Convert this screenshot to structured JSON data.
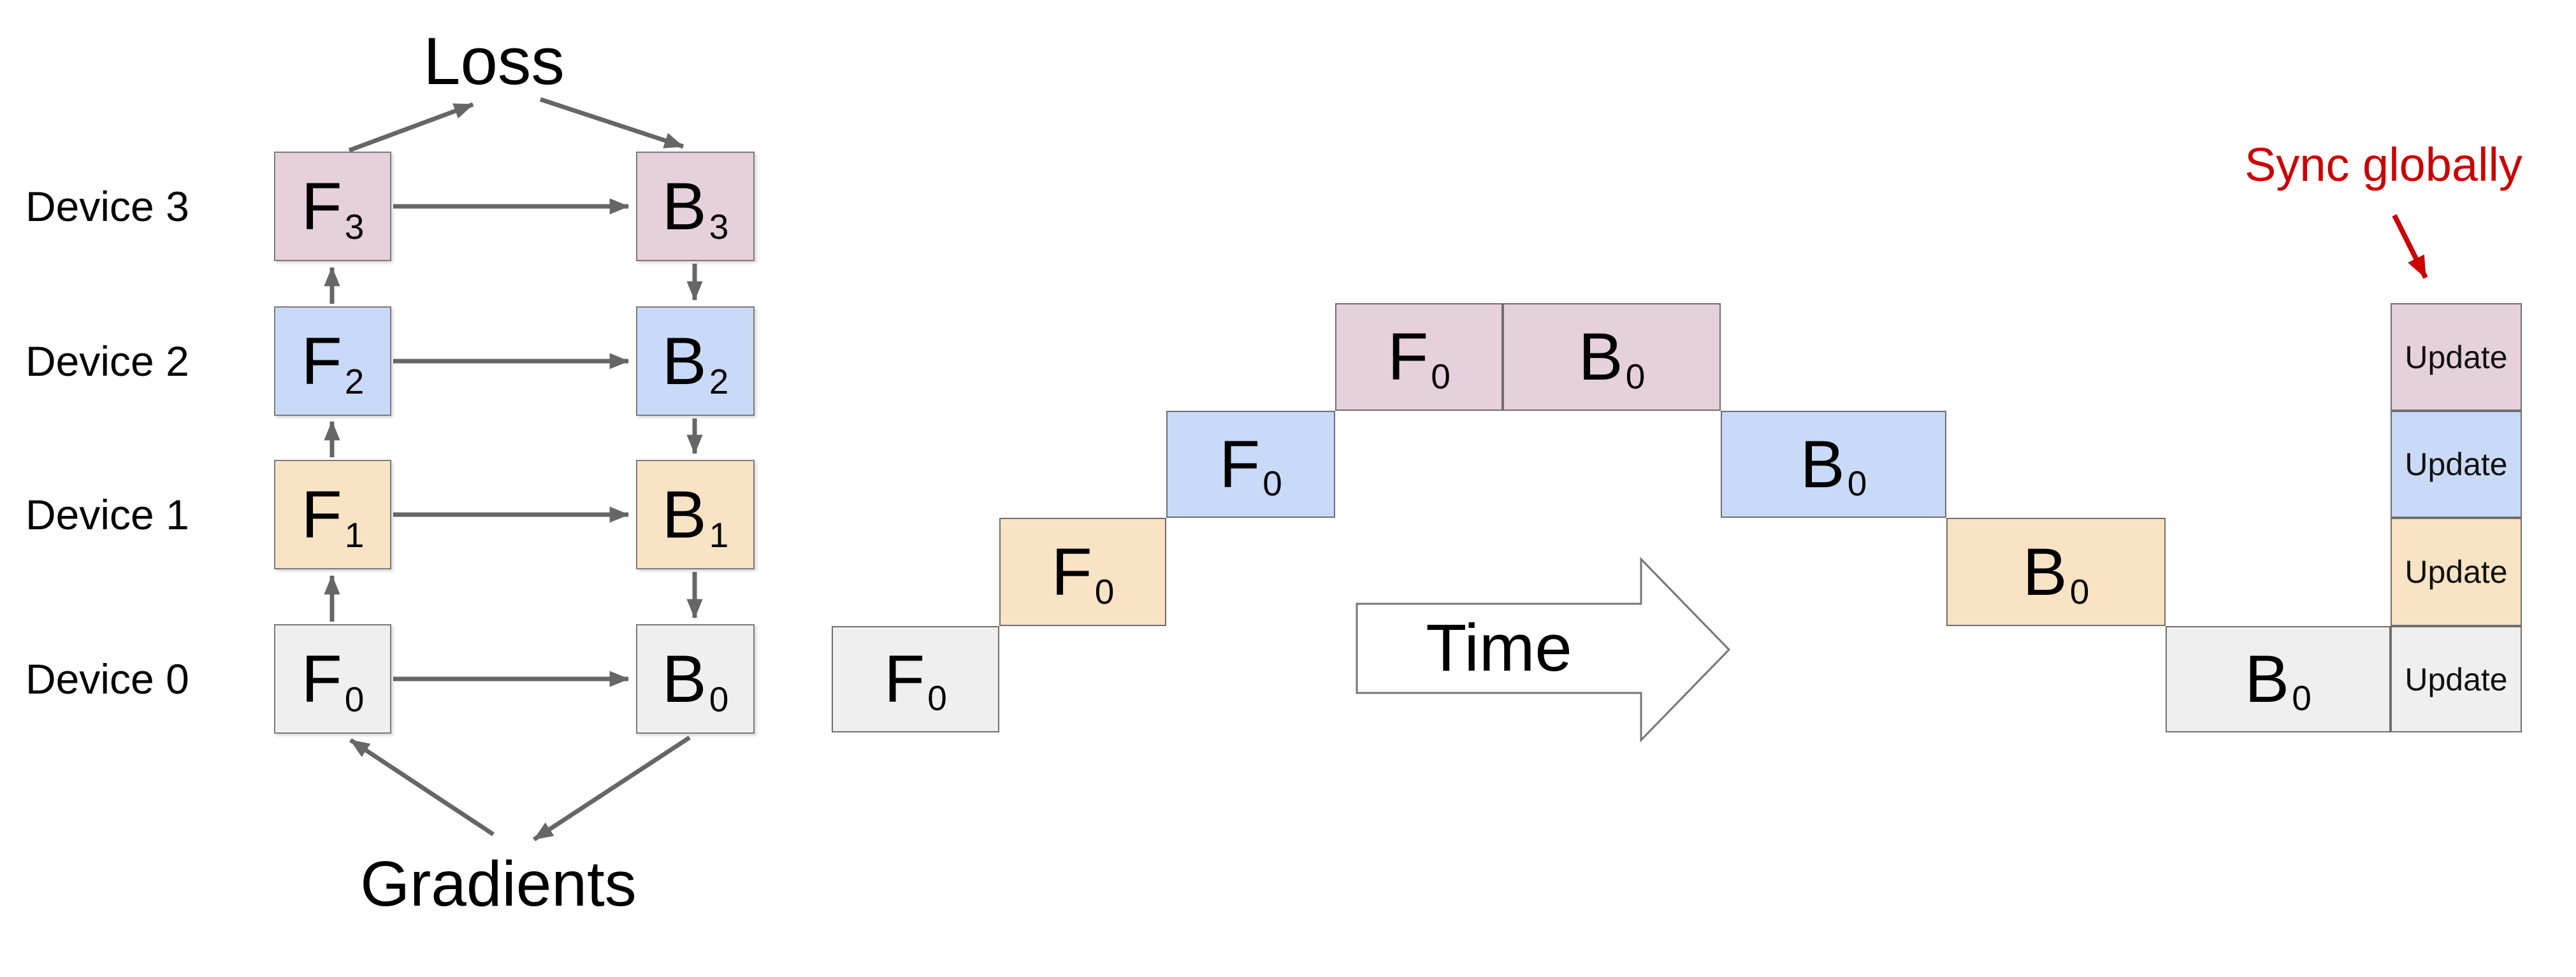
{
  "colors": {
    "pink": "#e6d0db",
    "blue": "#c9daf8",
    "orange": "#f8e3c4",
    "gray": "#efefef",
    "box_border": "#7b7b7b",
    "arrow": "#666666",
    "accent_red": "#cc0000",
    "time_outline": "#757575",
    "text": "#000000"
  },
  "left_diagram": {
    "loss_label": "Loss",
    "gradients_label": "Gradients",
    "rows": [
      {
        "device_label": "Device 3",
        "color": "pink",
        "forward": {
          "letter": "F",
          "sub": "3"
        },
        "backward": {
          "letter": "B",
          "sub": "3"
        }
      },
      {
        "device_label": "Device 2",
        "color": "blue",
        "forward": {
          "letter": "F",
          "sub": "2"
        },
        "backward": {
          "letter": "B",
          "sub": "2"
        }
      },
      {
        "device_label": "Device 1",
        "color": "orange",
        "forward": {
          "letter": "F",
          "sub": "1"
        },
        "backward": {
          "letter": "B",
          "sub": "1"
        }
      },
      {
        "device_label": "Device 0",
        "color": "gray",
        "forward": {
          "letter": "F",
          "sub": "0"
        },
        "backward": {
          "letter": "B",
          "sub": "0"
        }
      }
    ]
  },
  "timeline": {
    "blocks": [
      {
        "letter": "F",
        "sub": "0",
        "color": "gray"
      },
      {
        "letter": "F",
        "sub": "0",
        "color": "orange"
      },
      {
        "letter": "F",
        "sub": "0",
        "color": "blue"
      },
      {
        "letter": "F",
        "sub": "0",
        "color": "pink"
      },
      {
        "letter": "B",
        "sub": "0",
        "color": "pink"
      },
      {
        "letter": "B",
        "sub": "0",
        "color": "blue"
      },
      {
        "letter": "B",
        "sub": "0",
        "color": "orange"
      },
      {
        "letter": "B",
        "sub": "0",
        "color": "gray"
      }
    ],
    "updates": [
      {
        "label": "Update",
        "color": "pink"
      },
      {
        "label": "Update",
        "color": "blue"
      },
      {
        "label": "Update",
        "color": "orange"
      },
      {
        "label": "Update",
        "color": "gray"
      }
    ],
    "time_label": "Time",
    "sync_label": "Sync globally"
  }
}
